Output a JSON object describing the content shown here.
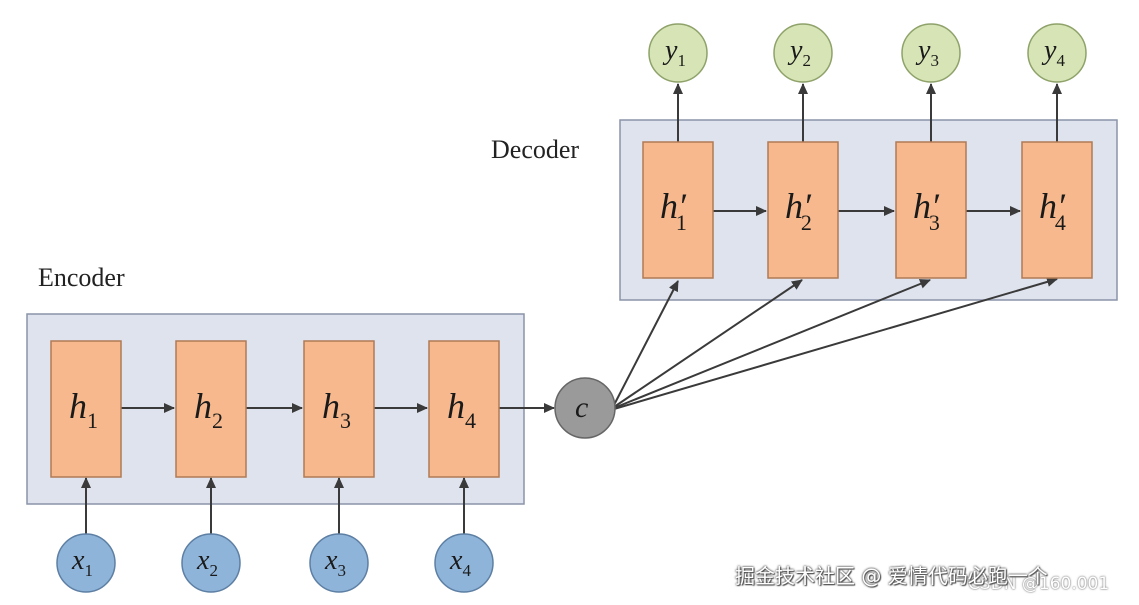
{
  "labels": {
    "encoder": "Encoder",
    "decoder": "Decoder"
  },
  "encoder": {
    "hidden": [
      {
        "sym": "h",
        "sub": "1"
      },
      {
        "sym": "h",
        "sub": "2"
      },
      {
        "sym": "h",
        "sub": "3"
      },
      {
        "sym": "h",
        "sub": "4"
      }
    ],
    "inputs": [
      {
        "sym": "x",
        "sub": "1"
      },
      {
        "sym": "x",
        "sub": "2"
      },
      {
        "sym": "x",
        "sub": "3"
      },
      {
        "sym": "x",
        "sub": "4"
      }
    ]
  },
  "context": {
    "sym": "c"
  },
  "decoder": {
    "hidden": [
      {
        "sym": "h′",
        "sub": "1"
      },
      {
        "sym": "h′",
        "sub": "2"
      },
      {
        "sym": "h′",
        "sub": "3"
      },
      {
        "sym": "h′",
        "sub": "4"
      }
    ],
    "outputs": [
      {
        "sym": "y",
        "sub": "1"
      },
      {
        "sym": "y",
        "sub": "2"
      },
      {
        "sym": "y",
        "sub": "3"
      },
      {
        "sym": "y",
        "sub": "4"
      }
    ]
  },
  "watermark": {
    "main": "掘金技术社区 @ 爱情代码必跑一个",
    "secondary": "CSDN @160.001"
  },
  "colors": {
    "panel": "#dfe3ee",
    "panel_border": "#8a93a8",
    "cell": "#f6b88c",
    "cell_border": "#b07a55",
    "input_node": "#8fb4d9",
    "output_node": "#d7e4b5",
    "context_node": "#9a9a9a",
    "arrow": "#3a3a3a"
  }
}
